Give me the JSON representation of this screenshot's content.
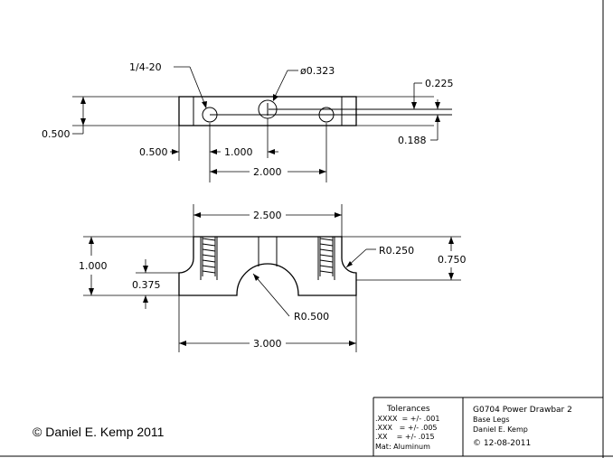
{
  "drawing": {
    "top_view": {
      "thread_label": "1/4-20",
      "hole_dia_label": "ø0.323",
      "height_label": "0.500",
      "left_offset_label": "0.500",
      "hole_spacing_label": "1.000",
      "outer_hole_spacing_label": "2.000",
      "top_offset_label": "0.225",
      "bottom_offset_label": "0.188"
    },
    "front_view": {
      "inner_width_label": "2.500",
      "total_height_label": "1.000",
      "step_height_label": "0.375",
      "corner_radius_label": "R0.250",
      "arch_radius_label": "R0.500",
      "upright_height_label": "0.750",
      "total_width_label": "3.000"
    },
    "copyright": "© Daniel E. Kemp 2011"
  },
  "title_block": {
    "tolerances_title": "Tolerances",
    "tol_1": ".XXXX  = +/- .001",
    "tol_2": ".XXX   = +/- .005",
    "tol_3": ".XX    = +/- .015",
    "material": "Mat: Aluminum",
    "part_title": "G0704 Power Drawbar 2",
    "part_name": "Base Legs",
    "author": "Daniel E. Kemp",
    "date": "© 12-08-2011"
  }
}
